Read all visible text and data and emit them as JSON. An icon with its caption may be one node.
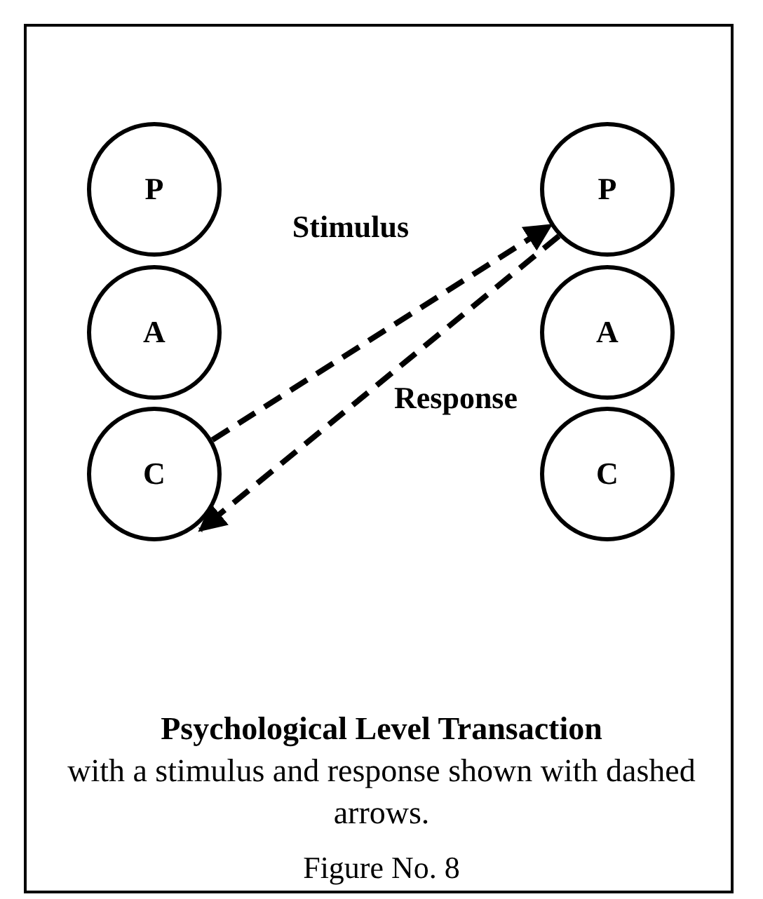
{
  "diagram": {
    "caption": "**Psychological Level Transaction** with a stimulus and response shown with dashed arrows.",
    "nodes": [
      {
        "text": [
          "P"
        ]
      },
      {
        "text": [
          "A"
        ]
      },
      {
        "text": [
          "C"
        ]
      },
      {
        "text": [
          "P"
        ]
      },
      {
        "text": [
          "A"
        ]
      },
      {
        "text": [
          "C"
        ]
      }
    ],
    "edges": [
      {
        "from": 2,
        "to": 3,
        "arrow": "to",
        "label": "Stimulus",
        "style": "dashed"
      },
      {
        "from": 3,
        "to": 2,
        "arrow": "to",
        "label": "Response",
        "style": "dashed"
      }
    ],
    "labels": [
      "Figure No. 8"
    ]
  }
}
